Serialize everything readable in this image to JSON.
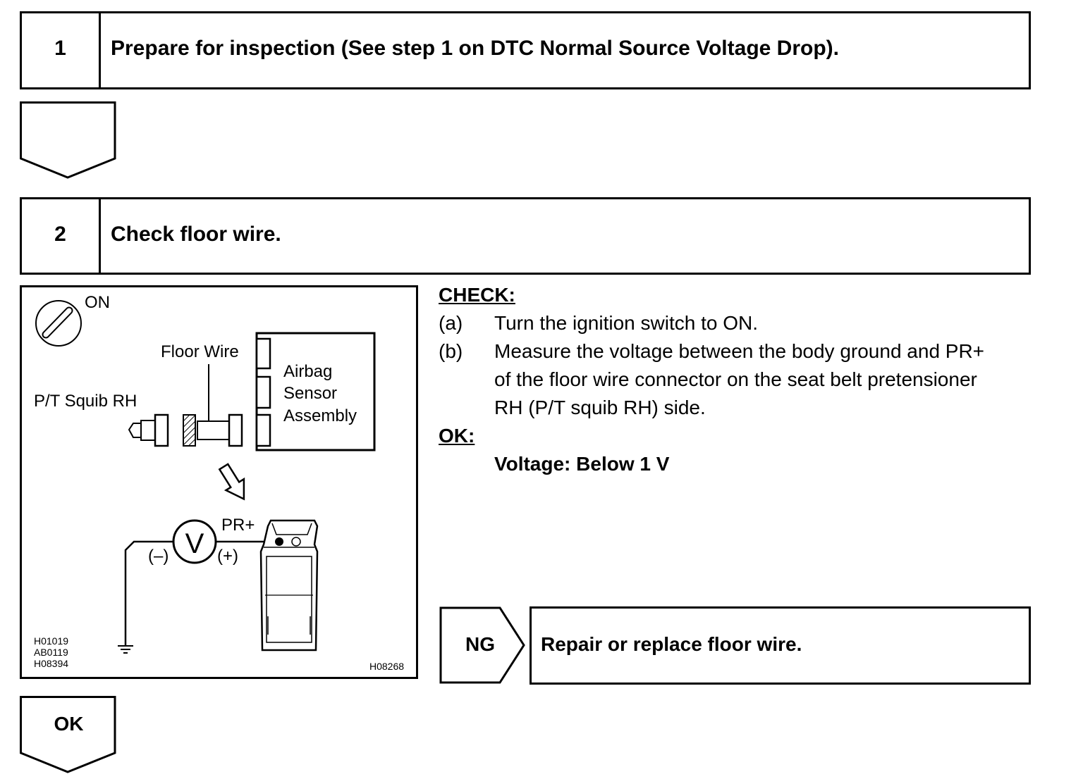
{
  "step1": {
    "number": "1",
    "title": "Prepare for inspection (See step 1 on DTC Normal Source Voltage Drop)."
  },
  "step2": {
    "number": "2",
    "title": "Check floor wire."
  },
  "diagram": {
    "ign_label": "ON",
    "floor_wire": "Floor Wire",
    "squib": "P/T Squib RH",
    "airbag_line1": "Airbag",
    "airbag_line2": "Sensor",
    "airbag_line3": "Assembly",
    "voltmeter": "V",
    "probe_pos_label": "PR+",
    "neg": "(–)",
    "pos": "(+)",
    "ref1": "H01019",
    "ref2": "AB0119",
    "ref3": "H08394",
    "ref_main": "H08268"
  },
  "check": {
    "heading": "CHECK:",
    "a_label": "(a)",
    "a_text": "Turn the ignition switch to ON.",
    "b_label": "(b)",
    "b_line1": "Measure the voltage between the body ground and PR+",
    "b_line2": "of the floor wire connector on the seat belt pretensioner",
    "b_line3": "RH (P/T squib RH) side.",
    "ok_heading": "OK:",
    "spec": "Voltage: Below 1 V"
  },
  "ng": {
    "label": "NG",
    "action": "Repair or replace floor wire."
  },
  "ok_label": "OK"
}
